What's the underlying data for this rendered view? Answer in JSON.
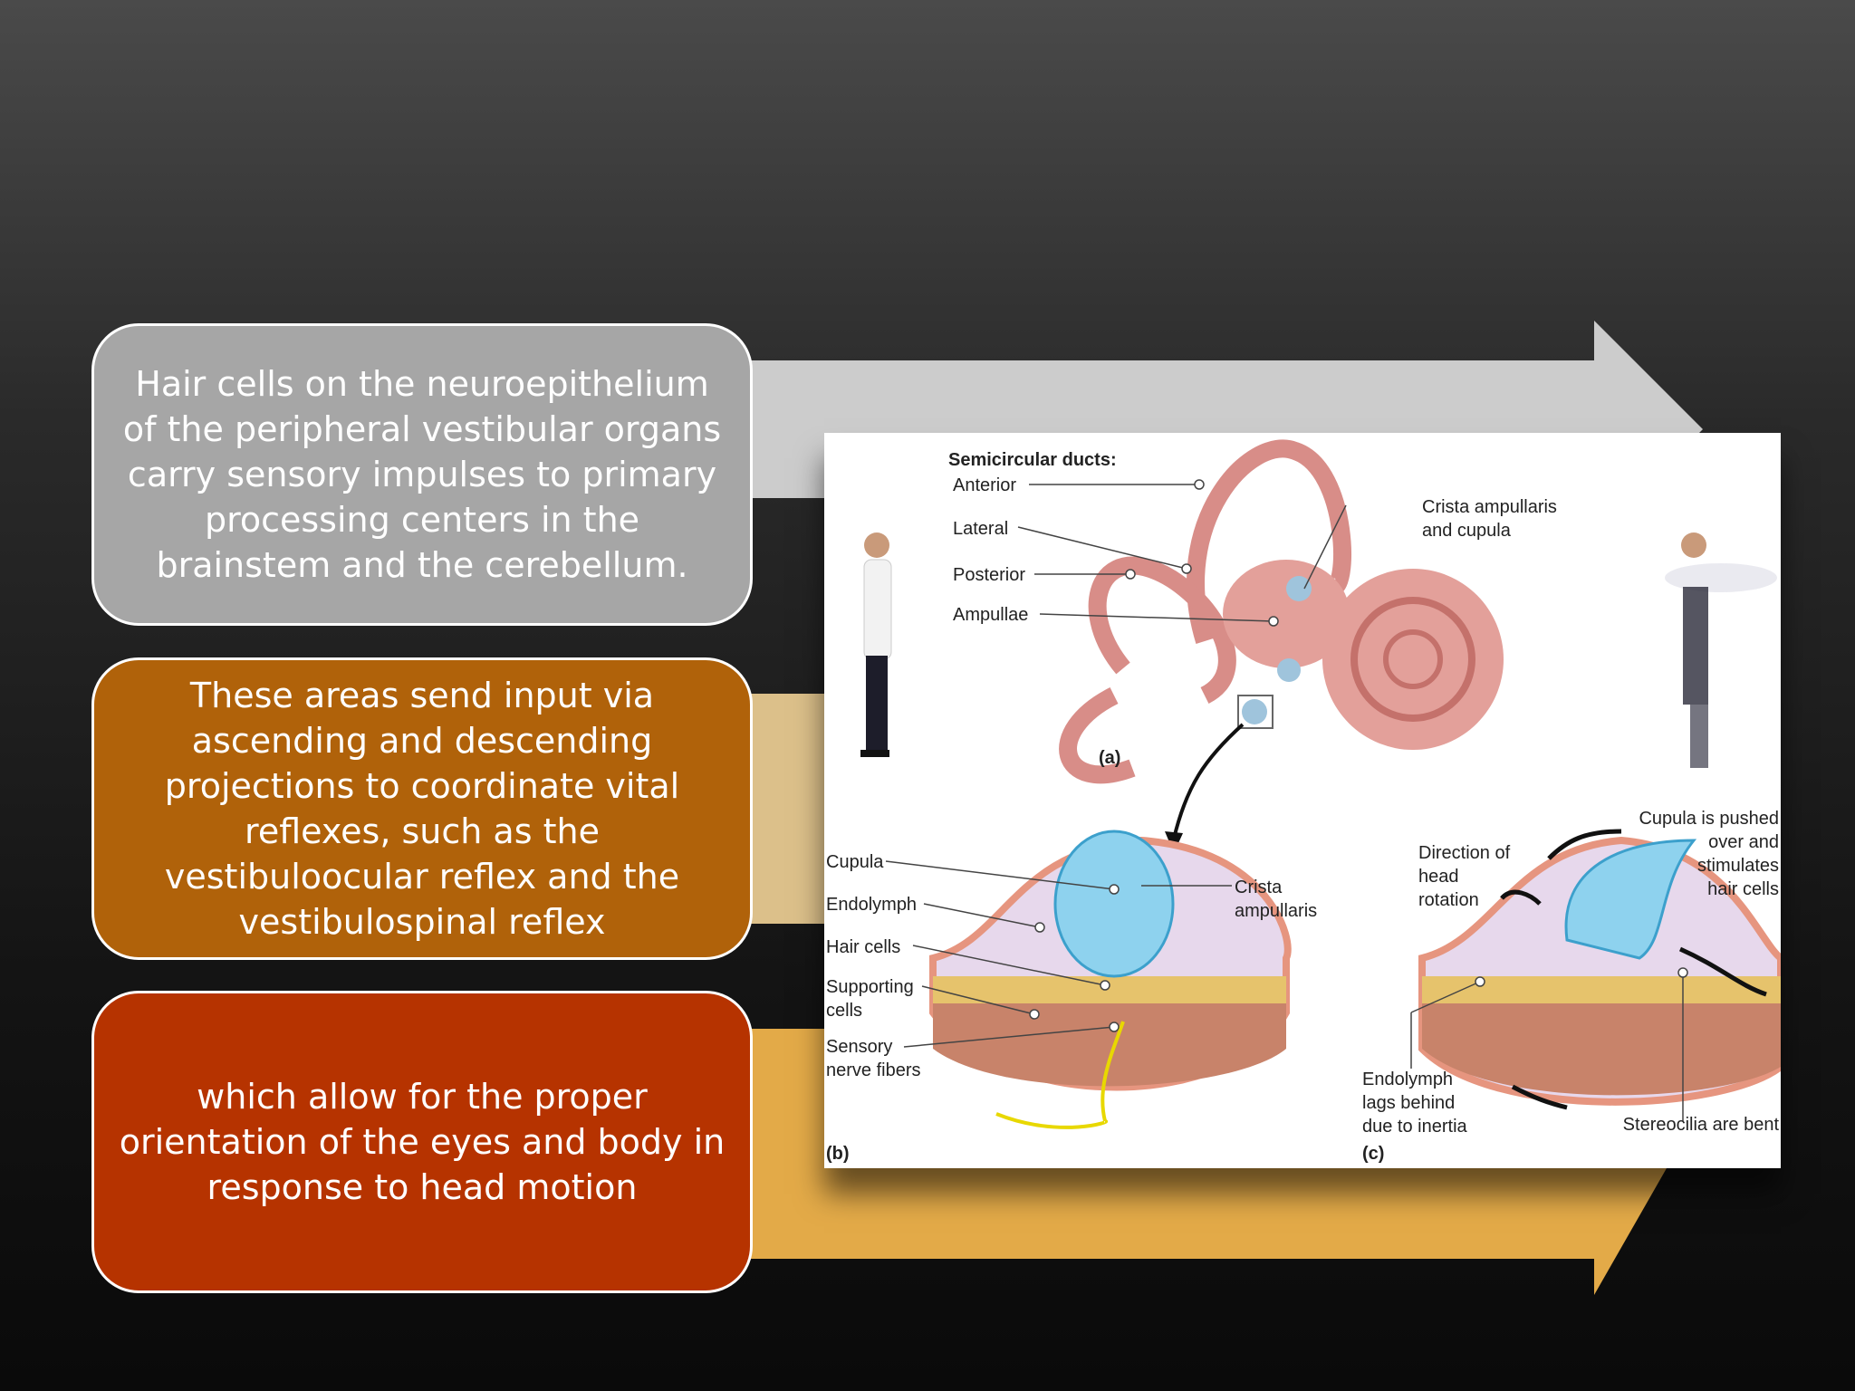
{
  "boxes": [
    {
      "text": "Hair cells on the neuroepithelium of the peripheral vestibular organs carry sensory impulses to primary processing centers in the brainstem and the cerebellum.",
      "color": "#a6a6a6"
    },
    {
      "text": "These areas send input via ascending and descending projections to coordinate vital reflexes, such as the vestibuloocular reflex and the vestibulospinal reflex",
      "color": "#b0620a"
    },
    {
      "text": "which allow for the proper orientation of the eyes and body in response to head motion",
      "color": "#b63300"
    }
  ],
  "arrow_colors": [
    "#cccccc",
    "#dcc08a",
    "#e3aa48"
  ],
  "figure": {
    "heading": "Semicircular ducts:",
    "labels_a": [
      "Anterior",
      "Lateral",
      "Posterior",
      "Ampullae"
    ],
    "crista_a": [
      "Crista ampullaris",
      "and cupula"
    ],
    "panel_a": "(a)",
    "labels_b": [
      "Cupula",
      "Endolymph",
      "Hair cells",
      "Supporting",
      "cells",
      "Sensory",
      "nerve fibers"
    ],
    "crista_b": [
      "Crista",
      "ampullaris"
    ],
    "panel_b": "(b)",
    "direction": [
      "Direction of",
      "head",
      "rotation"
    ],
    "cupula_pushed": [
      "Cupula is pushed",
      "over and",
      "stimulates",
      "hair cells"
    ],
    "endolymph_lags": [
      "Endolymph",
      "lags behind",
      "due to inertia"
    ],
    "stereocilia": "Stereocilia are bent",
    "panel_c": "(c)"
  }
}
